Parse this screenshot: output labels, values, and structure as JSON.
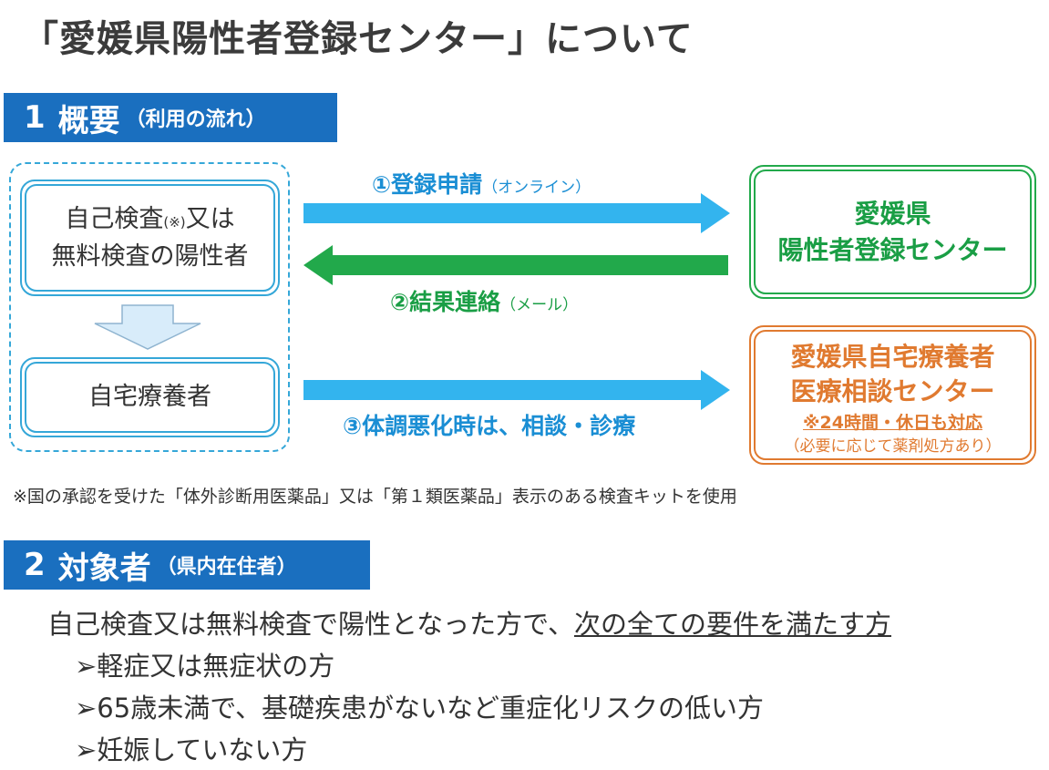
{
  "title": "「愛媛県陽性者登録センター」について",
  "section1": {
    "number": "1",
    "heading": "概要",
    "sub": "（利用の流れ）"
  },
  "flow": {
    "box_self_test_line1": "自己検査",
    "box_self_test_note": "(※)",
    "box_self_test_line1_end": "又は",
    "box_self_test_line2": "無料検査の陽性者",
    "box_home_care": "自宅療養者",
    "arrow1_label": "①登録申請",
    "arrow1_sub": "（オンライン）",
    "arrow2_label": "②結果連絡",
    "arrow2_sub": "（メール）",
    "arrow3_label": "③体調悪化時は、相談・診療",
    "center_line1": "愛媛県",
    "center_line2": "陽性者登録センター",
    "consult_line1": "愛媛県自宅療養者",
    "consult_line2": "医療相談センター",
    "consult_note1": "※24時間・休日も対応",
    "consult_note2": "（必要に応じて薬剤処方あり）"
  },
  "footnote": "※国の承認を受けた「体外診断用医薬品」又は「第１類医薬品」表示のある検査キットを使用",
  "section2": {
    "number": "2",
    "heading": "対象者",
    "sub": "（県内在住者）"
  },
  "target": {
    "intro_plain": "自己検査又は無料検査で陽性となった方で、",
    "intro_underlined": "次の全ての要件を満たす方",
    "bullets": [
      "➢軽症又は無症状の方",
      "➢65歳未満で、基礎疾患がないなど重症化リスクの低い方",
      "➢妊娠していない方"
    ]
  },
  "colors": {
    "section_bg": "#1a6fbf",
    "blue_accent": "#35a7d8",
    "green_accent": "#1a9e45",
    "orange_accent": "#e07a30"
  }
}
